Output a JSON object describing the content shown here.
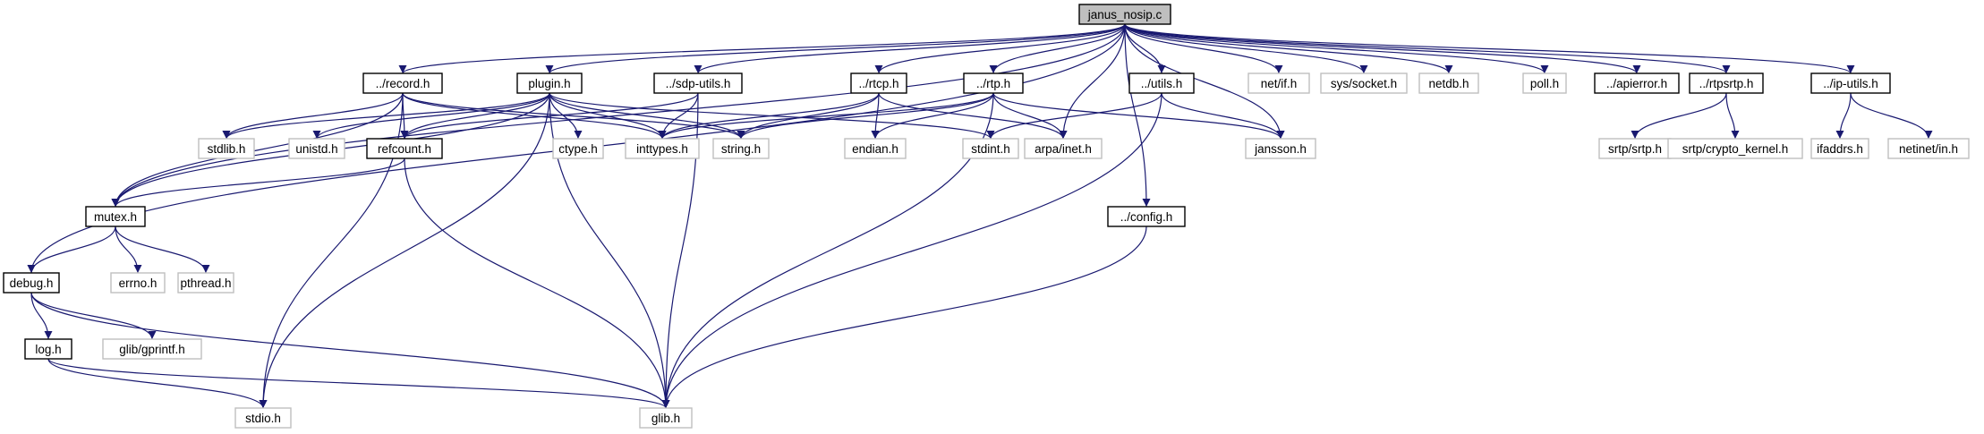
{
  "title": "janus_nosip.c",
  "colors": {
    "edge": "#191970",
    "root_fill": "#bfbfbf",
    "documented_border": "#000000",
    "undocumented_border": "#bfbfbf",
    "node_fill": "#ffffff"
  },
  "nodes": [
    {
      "id": "janus_nosip",
      "label": "janus_nosip.c",
      "kind": "root"
    },
    {
      "id": "record",
      "label": "../record.h",
      "kind": "documented"
    },
    {
      "id": "plugin",
      "label": "plugin.h",
      "kind": "documented"
    },
    {
      "id": "sdputils",
      "label": "../sdp-utils.h",
      "kind": "documented"
    },
    {
      "id": "rtcp",
      "label": "../rtcp.h",
      "kind": "documented"
    },
    {
      "id": "rtp",
      "label": "../rtp.h",
      "kind": "documented"
    },
    {
      "id": "utils",
      "label": "../utils.h",
      "kind": "documented"
    },
    {
      "id": "netif",
      "label": "net/if.h",
      "kind": "external"
    },
    {
      "id": "syssocket",
      "label": "sys/socket.h",
      "kind": "external"
    },
    {
      "id": "netdb",
      "label": "netdb.h",
      "kind": "external"
    },
    {
      "id": "poll",
      "label": "poll.h",
      "kind": "external"
    },
    {
      "id": "apierror",
      "label": "../apierror.h",
      "kind": "documented"
    },
    {
      "id": "rtpsrtp",
      "label": "../rtpsrtp.h",
      "kind": "documented"
    },
    {
      "id": "iputils",
      "label": "../ip-utils.h",
      "kind": "documented"
    },
    {
      "id": "stdlib",
      "label": "stdlib.h",
      "kind": "external"
    },
    {
      "id": "unistd",
      "label": "unistd.h",
      "kind": "external"
    },
    {
      "id": "refcount",
      "label": "refcount.h",
      "kind": "documented"
    },
    {
      "id": "ctype",
      "label": "ctype.h",
      "kind": "external"
    },
    {
      "id": "inttypes",
      "label": "inttypes.h",
      "kind": "external"
    },
    {
      "id": "string",
      "label": "string.h",
      "kind": "external"
    },
    {
      "id": "endian",
      "label": "endian.h",
      "kind": "external"
    },
    {
      "id": "stdint",
      "label": "stdint.h",
      "kind": "external"
    },
    {
      "id": "arpainet",
      "label": "arpa/inet.h",
      "kind": "external"
    },
    {
      "id": "jansson",
      "label": "jansson.h",
      "kind": "external"
    },
    {
      "id": "srtp",
      "label": "srtp/srtp.h",
      "kind": "external"
    },
    {
      "id": "cryptokernel",
      "label": "srtp/crypto_kernel.h",
      "kind": "external"
    },
    {
      "id": "ifaddrs",
      "label": "ifaddrs.h",
      "kind": "external"
    },
    {
      "id": "netinetin",
      "label": "netinet/in.h",
      "kind": "external"
    },
    {
      "id": "mutex",
      "label": "mutex.h",
      "kind": "documented"
    },
    {
      "id": "config",
      "label": "../config.h",
      "kind": "documented"
    },
    {
      "id": "errno",
      "label": "errno.h",
      "kind": "external"
    },
    {
      "id": "pthread",
      "label": "pthread.h",
      "kind": "external"
    },
    {
      "id": "debug",
      "label": "debug.h",
      "kind": "documented"
    },
    {
      "id": "gprintf",
      "label": "glib/gprintf.h",
      "kind": "external"
    },
    {
      "id": "log",
      "label": "log.h",
      "kind": "documented"
    },
    {
      "id": "stdio",
      "label": "stdio.h",
      "kind": "external"
    },
    {
      "id": "glib",
      "label": "glib.h",
      "kind": "external"
    }
  ],
  "edges": [
    {
      "from": "janus_nosip",
      "to": "record"
    },
    {
      "from": "janus_nosip",
      "to": "plugin"
    },
    {
      "from": "janus_nosip",
      "to": "sdputils"
    },
    {
      "from": "janus_nosip",
      "to": "rtcp"
    },
    {
      "from": "janus_nosip",
      "to": "rtp"
    },
    {
      "from": "janus_nosip",
      "to": "utils"
    },
    {
      "from": "janus_nosip",
      "to": "netif"
    },
    {
      "from": "janus_nosip",
      "to": "syssocket"
    },
    {
      "from": "janus_nosip",
      "to": "netdb"
    },
    {
      "from": "janus_nosip",
      "to": "poll"
    },
    {
      "from": "janus_nosip",
      "to": "apierror"
    },
    {
      "from": "janus_nosip",
      "to": "rtpsrtp"
    },
    {
      "from": "janus_nosip",
      "to": "iputils"
    },
    {
      "from": "janus_nosip",
      "to": "mutex"
    },
    {
      "from": "janus_nosip",
      "to": "debug"
    },
    {
      "from": "janus_nosip",
      "to": "arpainet"
    },
    {
      "from": "janus_nosip",
      "to": "jansson"
    },
    {
      "from": "janus_nosip",
      "to": "config"
    },
    {
      "from": "record",
      "to": "stdlib"
    },
    {
      "from": "record",
      "to": "refcount"
    },
    {
      "from": "record",
      "to": "inttypes"
    },
    {
      "from": "record",
      "to": "string"
    },
    {
      "from": "record",
      "to": "mutex"
    },
    {
      "from": "record",
      "to": "stdio"
    },
    {
      "from": "plugin",
      "to": "stdlib"
    },
    {
      "from": "plugin",
      "to": "unistd"
    },
    {
      "from": "plugin",
      "to": "refcount"
    },
    {
      "from": "plugin",
      "to": "ctype"
    },
    {
      "from": "plugin",
      "to": "inttypes"
    },
    {
      "from": "plugin",
      "to": "string"
    },
    {
      "from": "plugin",
      "to": "stdint"
    },
    {
      "from": "plugin",
      "to": "mutex"
    },
    {
      "from": "plugin",
      "to": "stdio"
    },
    {
      "from": "plugin",
      "to": "glib"
    },
    {
      "from": "sdputils",
      "to": "inttypes"
    },
    {
      "from": "sdputils",
      "to": "refcount"
    },
    {
      "from": "sdputils",
      "to": "glib"
    },
    {
      "from": "rtcp",
      "to": "inttypes"
    },
    {
      "from": "rtcp",
      "to": "string"
    },
    {
      "from": "rtcp",
      "to": "endian"
    },
    {
      "from": "rtcp",
      "to": "arpainet"
    },
    {
      "from": "rtp",
      "to": "inttypes"
    },
    {
      "from": "rtp",
      "to": "string"
    },
    {
      "from": "rtp",
      "to": "endian"
    },
    {
      "from": "rtp",
      "to": "arpainet"
    },
    {
      "from": "rtp",
      "to": "jansson"
    },
    {
      "from": "rtp",
      "to": "glib"
    },
    {
      "from": "utils",
      "to": "stdint"
    },
    {
      "from": "utils",
      "to": "jansson"
    },
    {
      "from": "utils",
      "to": "glib"
    },
    {
      "from": "rtpsrtp",
      "to": "srtp"
    },
    {
      "from": "rtpsrtp",
      "to": "cryptokernel"
    },
    {
      "from": "iputils",
      "to": "ifaddrs"
    },
    {
      "from": "iputils",
      "to": "netinetin"
    },
    {
      "from": "refcount",
      "to": "mutex"
    },
    {
      "from": "refcount",
      "to": "glib"
    },
    {
      "from": "mutex",
      "to": "errno"
    },
    {
      "from": "mutex",
      "to": "pthread"
    },
    {
      "from": "mutex",
      "to": "debug"
    },
    {
      "from": "config",
      "to": "glib"
    },
    {
      "from": "debug",
      "to": "gprintf"
    },
    {
      "from": "debug",
      "to": "log"
    },
    {
      "from": "debug",
      "to": "glib"
    },
    {
      "from": "log",
      "to": "stdio"
    },
    {
      "from": "log",
      "to": "glib"
    }
  ]
}
